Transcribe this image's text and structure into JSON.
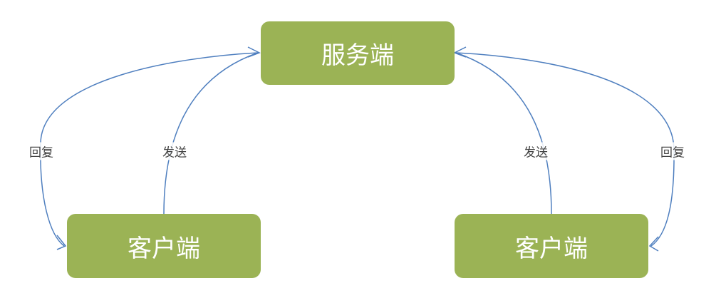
{
  "nodes": {
    "server": "服务端",
    "client_left": "客户端",
    "client_right": "客户端"
  },
  "edges": {
    "left_reply": "回复",
    "left_send": "发送",
    "right_send": "发送",
    "right_reply": "回复"
  },
  "colors": {
    "node": "#9bb355",
    "edge": "#4f7fbf"
  }
}
